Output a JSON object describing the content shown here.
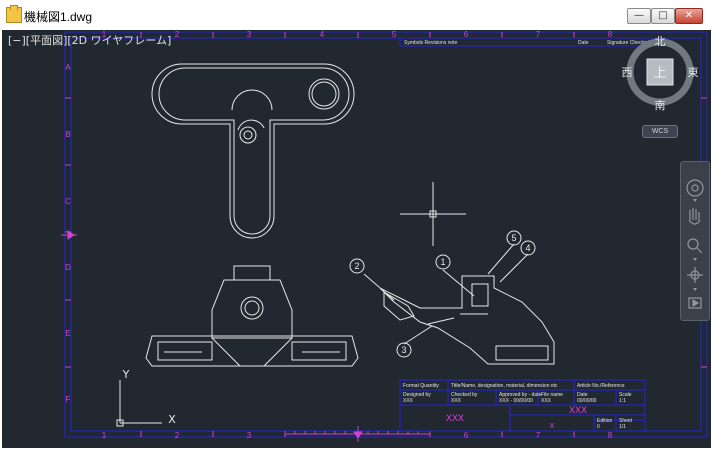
{
  "window": {
    "title": "機械図1.dwg",
    "minimize": "—",
    "maximize": "□",
    "close": "✕"
  },
  "viewport": {
    "label": "[−][平面図][2D ワイヤフレーム]"
  },
  "viewcube": {
    "north": "北",
    "south": "南",
    "east": "東",
    "west": "西",
    "top": "上",
    "wcs": "WCS"
  },
  "grid": {
    "columns": [
      "1",
      "2",
      "3",
      "4",
      "5",
      "6",
      "7",
      "8"
    ],
    "rows": [
      "A",
      "B",
      "C",
      "D",
      "E",
      "F"
    ]
  },
  "title_block": {
    "top_strip": {
      "label1": "Symbols  Revisions note",
      "label2": "Date",
      "label3": "Signature  Checked"
    },
    "row1": {
      "c1": "Format  Quantity",
      "c2": "Title/Name, designation, material, dimension etc",
      "c3": "Article No./Reference"
    },
    "row2": {
      "c1": "Designed by",
      "c1v": "XXX",
      "c2": "Checked by",
      "c2v": "XXX",
      "c3": "Approved by - date",
      "c3v": "XXX - 00/00/00",
      "c4": "File name",
      "c4v": "XXX",
      "c5": "Date",
      "c5v": "00/00/00",
      "c6": "Scale",
      "c6v": "1:1"
    },
    "row3": {
      "main": "XXX",
      "right": "XXX",
      "x": "X",
      "edition": "Edition",
      "edition_v": "0",
      "sheet": "Sheet",
      "sheet_v": "1/1"
    }
  },
  "balloons": [
    "1",
    "2",
    "3",
    "4",
    "5"
  ],
  "ucs": {
    "x": "X",
    "y": "Y"
  },
  "colors": {
    "background": "#212830",
    "frame": "#2020d0",
    "accent": "#cc44cc",
    "linework": "#e8e8e8"
  }
}
